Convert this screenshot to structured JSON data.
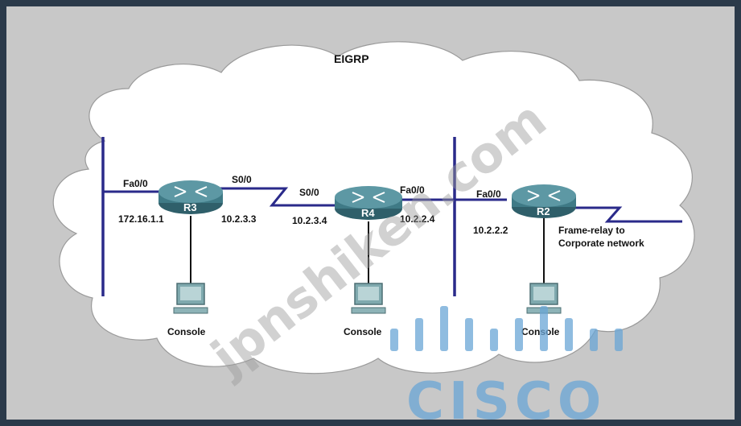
{
  "diagram": {
    "title": "EIGRP",
    "routers": [
      {
        "id": "R3",
        "label": "R3"
      },
      {
        "id": "R4",
        "label": "R4"
      },
      {
        "id": "R2",
        "label": "R2"
      }
    ],
    "interfaces": {
      "r3_fa": "Fa0/0",
      "r3_fa_ip": "172.16.1.1",
      "r3_s": "S0/0",
      "r3_s_ip": "10.2.3.3",
      "r4_s": "S0/0",
      "r4_s_ip": "10.2.3.4",
      "r4_fa": "Fa0/0",
      "r4_fa_ip": "10.2.2.4",
      "r2_fa": "Fa0/0",
      "r2_fa_ip": "10.2.2.2"
    },
    "frame_relay_line1": "Frame-relay to",
    "frame_relay_line2": "Corporate network",
    "console_label": "Console"
  },
  "watermark": {
    "text": "jpnshiken.com",
    "logo_text": "CISCO"
  },
  "colors": {
    "frame": "#2b3a4a",
    "background": "#c8c8c8",
    "cloud": "#ffffff",
    "link": "#2a2a8a",
    "router": "#3f7a86",
    "watermark": "#9a9a9a",
    "logo": "#6aa6d6"
  }
}
